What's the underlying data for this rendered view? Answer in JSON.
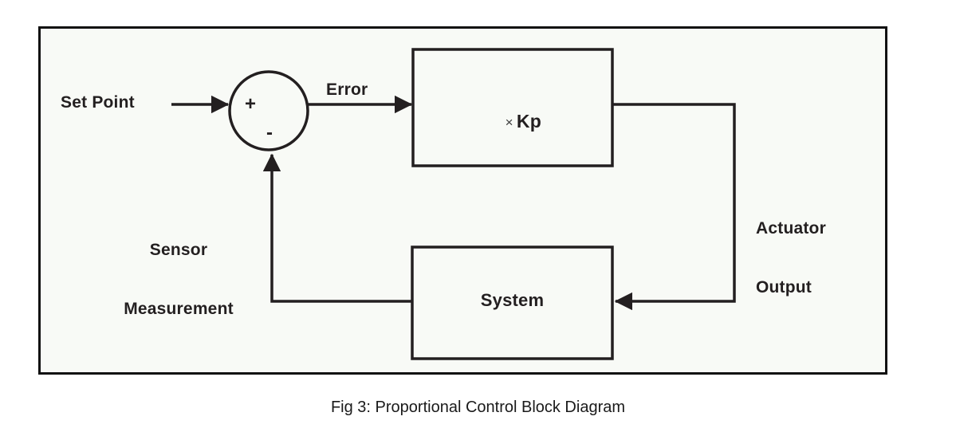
{
  "figure": {
    "caption": "Fig 3: Proportional Control Block Diagram",
    "frame_border_color": "#111111",
    "frame_background": "#f8faf6",
    "line_color": "#231f20",
    "page_background": "#ffffff"
  },
  "diagram": {
    "type": "control-block-diagram",
    "blocks": [
      {
        "id": "gain",
        "label": "Kp",
        "operator": "×",
        "shape": "rectangle"
      },
      {
        "id": "system",
        "label": "System",
        "shape": "rectangle"
      },
      {
        "id": "summing_junction",
        "shape": "circle",
        "plus_sign": "+",
        "minus_sign": "-"
      }
    ],
    "signals": [
      {
        "id": "set_point",
        "label": "Set Point",
        "from": "input",
        "to": "summing_junction",
        "sign": "+"
      },
      {
        "id": "error",
        "label": "Error",
        "from": "summing_junction",
        "to": "gain"
      },
      {
        "id": "actuator_output",
        "label_line1": "Actuator",
        "label_line2": "Output",
        "from": "gain",
        "to": "system"
      },
      {
        "id": "sensor_measurement",
        "label_line1": "Sensor",
        "label_line2": "Measurement",
        "from": "system",
        "to": "summing_junction",
        "sign": "-"
      }
    ],
    "labels": {
      "set_point": "Set Point",
      "error": "Error",
      "gain_operator": "×",
      "gain_name": "Kp",
      "system": "System",
      "actuator_output_line1": "Actuator",
      "actuator_output_line2": "Output",
      "sensor_line1": "Sensor",
      "sensor_line2": "Measurement",
      "plus": "+",
      "minus": "-"
    }
  }
}
